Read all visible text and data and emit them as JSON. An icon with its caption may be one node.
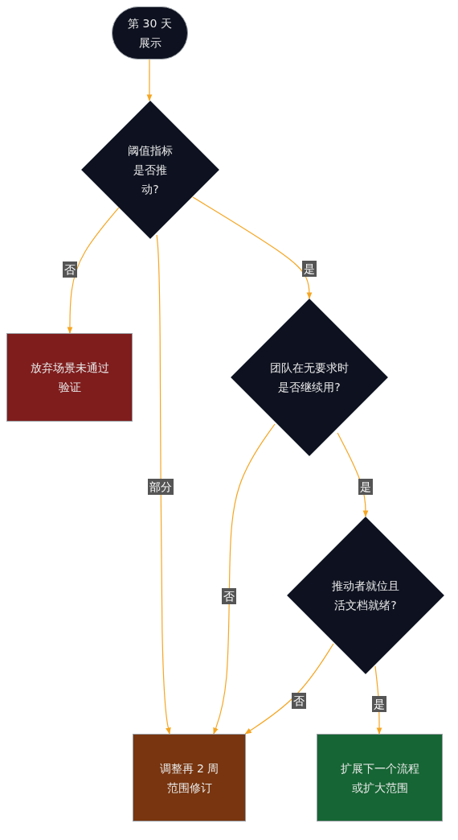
{
  "diagram": {
    "nodes": [
      {
        "text": [
          "第 30 天展示"
        ]
      },
      {
        "text": [
          "阈值指标是否推动?"
        ]
      },
      {
        "text": [
          "放弃场景未通过验证"
        ]
      },
      {
        "text": [
          "团队在无要求时是否继续用?"
        ]
      },
      {
        "text": [
          "推动者就位且活文档就绪?"
        ]
      },
      {
        "text": [
          "调整再 2 周范围修订"
        ]
      },
      {
        "text": [
          "扩展下一个流程或扩大范围"
        ]
      }
    ],
    "edges": [
      {
        "from": 0,
        "to": 1,
        "arrow": "to"
      },
      {
        "from": 1,
        "to": 2,
        "arrow": "to",
        "label": "否"
      },
      {
        "from": 1,
        "to": 5,
        "arrow": "to",
        "label": "部分"
      },
      {
        "from": 1,
        "to": 3,
        "arrow": "to",
        "label": "是"
      },
      {
        "from": 3,
        "to": 5,
        "arrow": "to",
        "label": "否"
      },
      {
        "from": 3,
        "to": 4,
        "arrow": "to",
        "label": "是"
      },
      {
        "from": 4,
        "to": 5,
        "arrow": "to",
        "label": "否"
      },
      {
        "from": 4,
        "to": 6,
        "arrow": "to",
        "label": "是"
      }
    ]
  }
}
